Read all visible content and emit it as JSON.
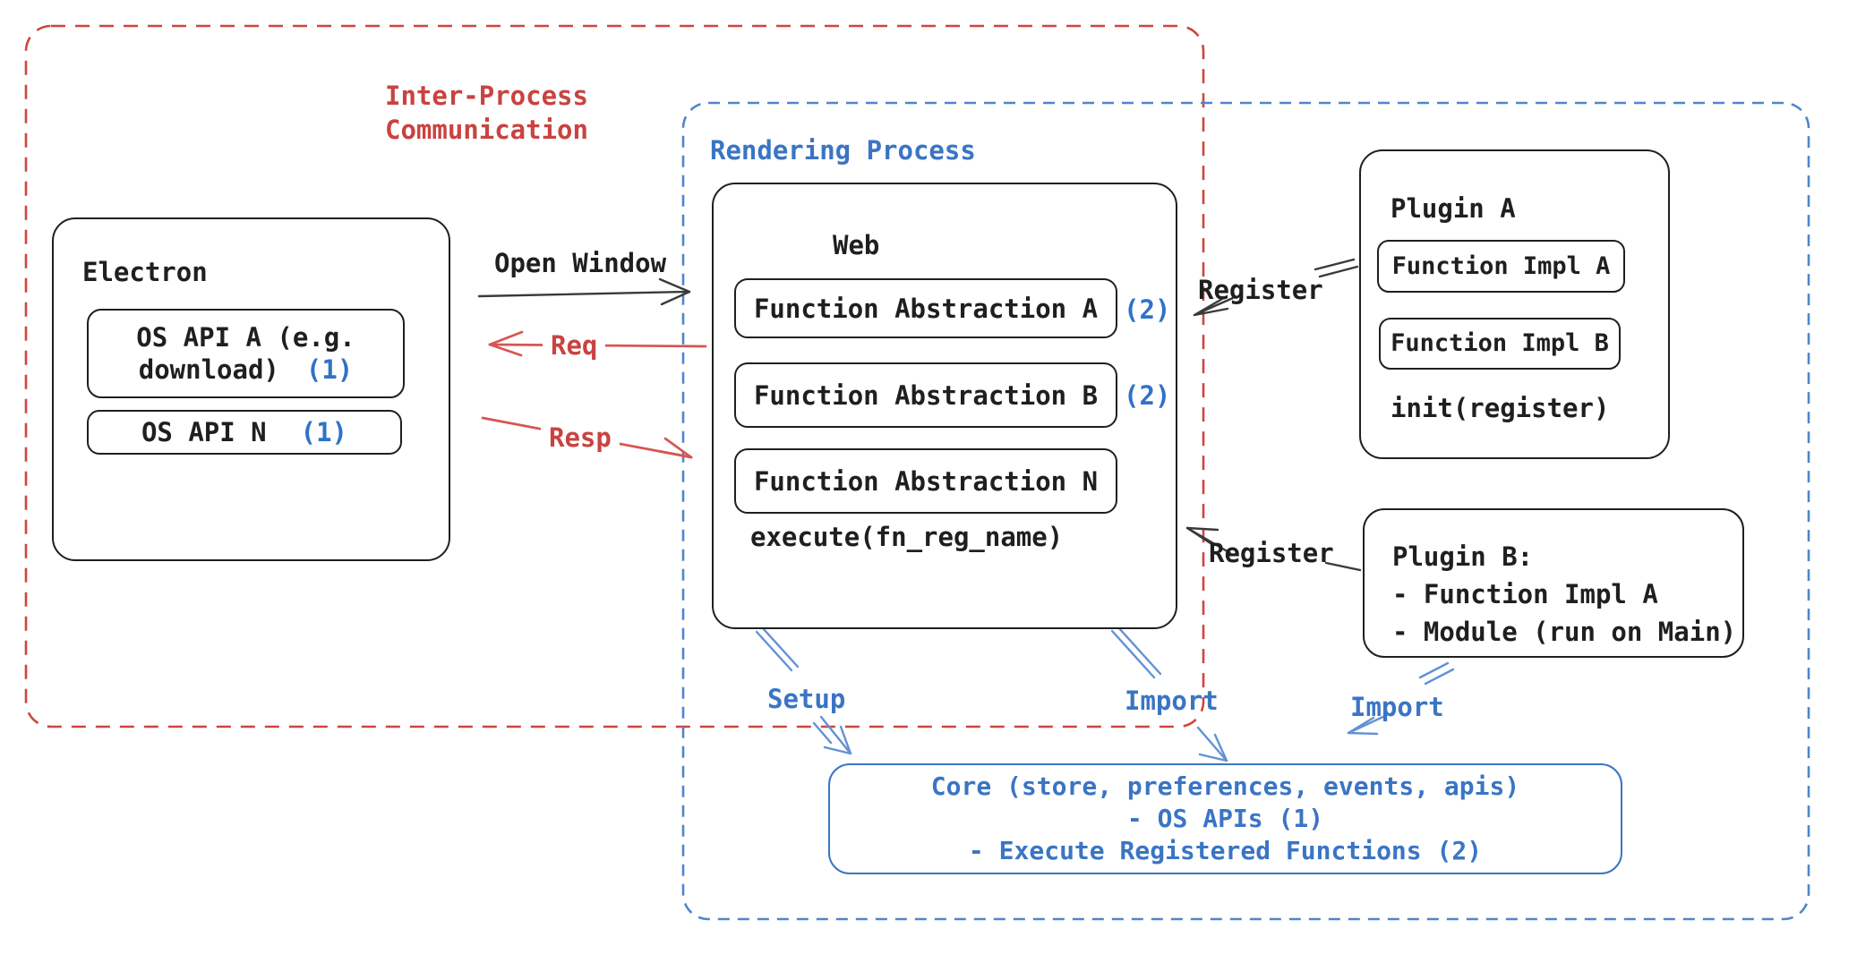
{
  "diagram": {
    "ipc": {
      "title1": "Inter-Process",
      "title2": "Communication"
    },
    "rendering": {
      "title": "Rendering Process"
    },
    "electron": {
      "title": "Electron",
      "api_a1": "OS API A (e.g.",
      "api_a2": "download)",
      "api_a_badge": "(1)",
      "api_n": "OS API N",
      "api_n_badge": "(1)"
    },
    "web": {
      "title": "Web",
      "fa_a": "Function Abstraction A",
      "fa_a_badge": "(2)",
      "fa_b": "Function Abstraction B",
      "fa_b_badge": "(2)",
      "fa_n": "Function Abstraction N",
      "execute": "execute(fn_reg_name)"
    },
    "plugin_a": {
      "title": "Plugin A",
      "impl_a": "Function Impl A",
      "impl_b": "Function Impl B",
      "init": "init(register)"
    },
    "plugin_b": {
      "title": "Plugin B:",
      "item1": "- Function Impl A",
      "item2": "- Module (run on Main)"
    },
    "core": {
      "line1": "Core (store, preferences, events, apis)",
      "line2": "- OS APIs (1)",
      "line3": "- Execute Registered Functions (2)"
    },
    "labels": {
      "open_window": "Open Window",
      "req": "Req",
      "resp": "Resp",
      "register_top": "Register",
      "register_bottom": "Register",
      "setup": "Setup",
      "import_web": "Import",
      "import_plugin": "Import"
    },
    "colors": {
      "ink": "#1f1f1f",
      "ink_arrow": "#3a3a3a",
      "red_dash": "#cd463d",
      "red_text": "#c94340",
      "red_arrow": "#d65550",
      "blue_dash": "#4d86cd",
      "blue_text": "#3a75c4",
      "blue_badge": "#2f72c8",
      "blue_arrow": "#6191d6"
    }
  }
}
